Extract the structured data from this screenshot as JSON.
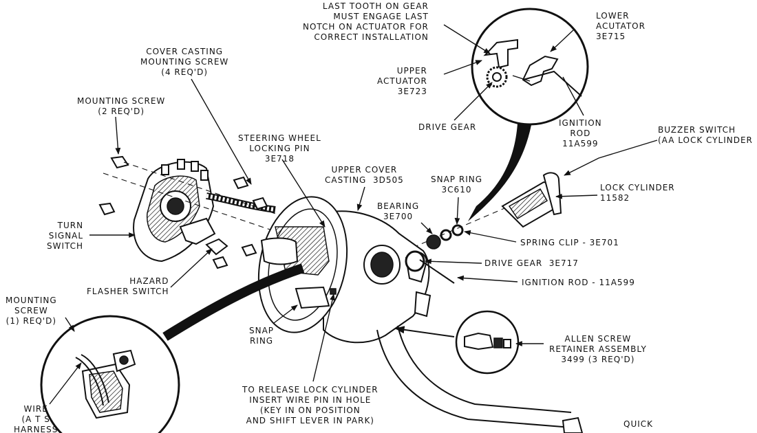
{
  "labels": {
    "last_tooth": "LAST TOOTH ON GEAR\nMUST ENGAGE LAST\nNOTCH ON ACTUATOR FOR\nCORRECT INSTALLATION",
    "lower_actuator": "LOWER\nACUTATOR\n3E715",
    "upper_actuator": "UPPER\nACTUATOR\n3E723",
    "drive_gear_inset": "DRIVE GEAR",
    "ignition_rod_inset": "IGNITION\nROD\n11A599",
    "cover_casting_screw": "COVER CASTING\nMOUNTING SCREW\n(4 REQ'D)",
    "mounting_screw_2": "MOUNTING SCREW\n(2 REQ'D)",
    "steering_wheel_pin": "STEERING WHEEL\nLOCKING PIN\n3E718",
    "upper_cover_casting": "UPPER COVER\nCASTING  3D505",
    "snap_ring_3c610": "SNAP RING\n3C610",
    "buzzer_switch": "BUZZER SWITCH\n(AA LOCK CYLINDER",
    "lock_cylinder": "LOCK CYLINDER\n11582",
    "bearing": "BEARING\n3E700",
    "turn_signal_switch": "TURN\nSIGNAL\nSWITCH",
    "spring_clip": "SPRING CLIP - 3E701",
    "drive_gear_main": "DRIVE GEAR  3E717",
    "ignition_rod_main": "IGNITION ROD - 11A599",
    "hazard_flasher": "HAZARD\nFLASHER SWITCH",
    "mounting_screw_1": "MOUNTING\nSCREW\n(1) REQ'D)",
    "snap_ring": "SNAP\nRING",
    "allen_screw": "ALLEN SCREW\nRETAINER ASSEMBLY\n3499 (3 REQ'D)",
    "release_lock": "TO RELEASE LOCK CYLINDER\nINSERT WIRE PIN IN HOLE\n(KEY IN ON POSITION\nAND SHIFT LEVER IN PARK)",
    "wire_harness": "WIRE\n(A T S\nHARNESS",
    "quick": "QUICK"
  }
}
